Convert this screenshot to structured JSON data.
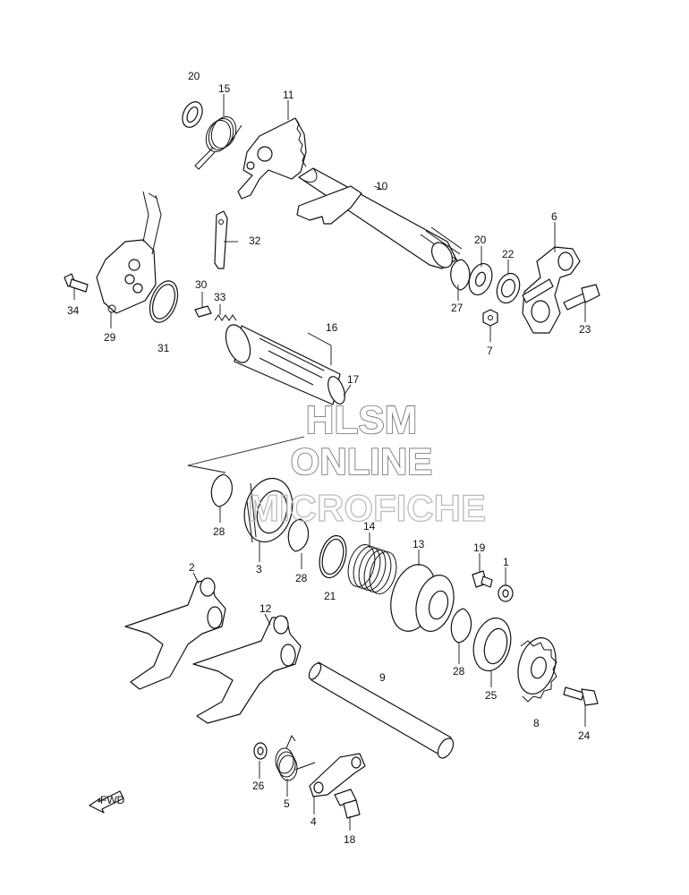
{
  "diagram": {
    "watermark": {
      "line1": "HLSM",
      "line2": "ONLINE",
      "line3": "MICROFICHE"
    },
    "fwd_label": "FWD",
    "callouts": [
      {
        "id": "c20a",
        "label": "20"
      },
      {
        "id": "c15",
        "label": "15"
      },
      {
        "id": "c11",
        "label": "11"
      },
      {
        "id": "c10",
        "label": "10"
      },
      {
        "id": "c32",
        "label": "32"
      },
      {
        "id": "c20b",
        "label": "20"
      },
      {
        "id": "c6",
        "label": "6"
      },
      {
        "id": "c22",
        "label": "22"
      },
      {
        "id": "c27",
        "label": "27"
      },
      {
        "id": "c23",
        "label": "23"
      },
      {
        "id": "c7",
        "label": "7"
      },
      {
        "id": "c34",
        "label": "34"
      },
      {
        "id": "c29",
        "label": "29"
      },
      {
        "id": "c30",
        "label": "30"
      },
      {
        "id": "c33",
        "label": "33"
      },
      {
        "id": "c31",
        "label": "31"
      },
      {
        "id": "c16",
        "label": "16"
      },
      {
        "id": "c17",
        "label": "17"
      },
      {
        "id": "c28a",
        "label": "28"
      },
      {
        "id": "c3",
        "label": "3"
      },
      {
        "id": "c14",
        "label": "14"
      },
      {
        "id": "c28b",
        "label": "28"
      },
      {
        "id": "c21",
        "label": "21"
      },
      {
        "id": "c13",
        "label": "13"
      },
      {
        "id": "c19",
        "label": "19"
      },
      {
        "id": "c1",
        "label": "1"
      },
      {
        "id": "c2",
        "label": "2"
      },
      {
        "id": "c12",
        "label": "12"
      },
      {
        "id": "c28c",
        "label": "28"
      },
      {
        "id": "c25",
        "label": "25"
      },
      {
        "id": "c9",
        "label": "9"
      },
      {
        "id": "c8",
        "label": "8"
      },
      {
        "id": "c24",
        "label": "24"
      },
      {
        "id": "c26",
        "label": "26"
      },
      {
        "id": "c5",
        "label": "5"
      },
      {
        "id": "c4",
        "label": "4"
      },
      {
        "id": "c18",
        "label": "18"
      }
    ]
  }
}
